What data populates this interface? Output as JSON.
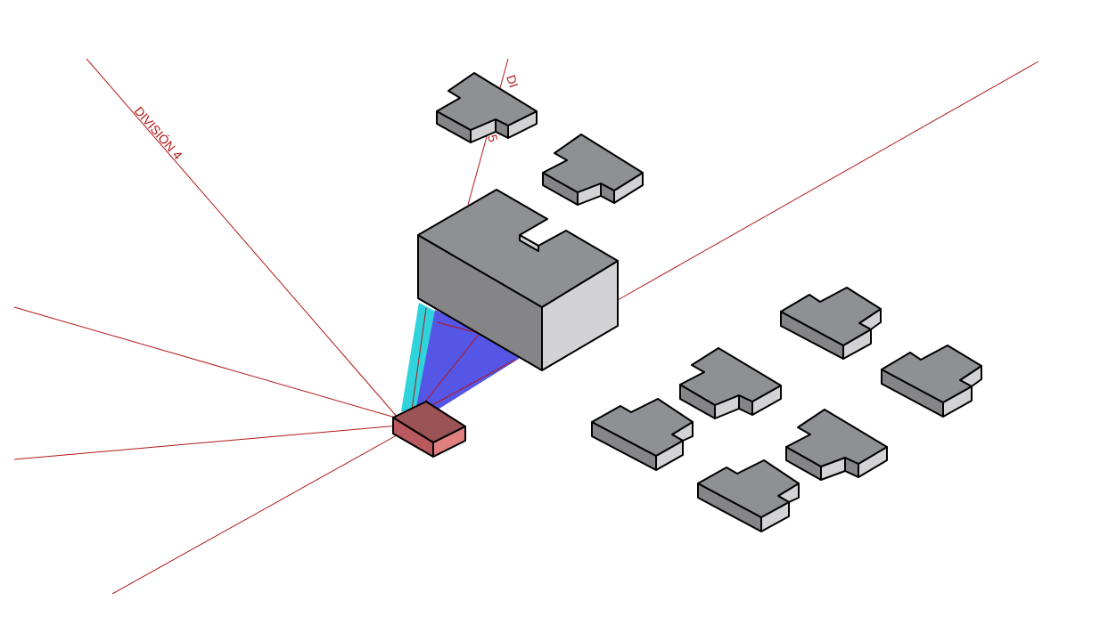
{
  "labels": {
    "division_4": "DIVISIÓN 4",
    "division_5_partial": "DI",
    "division_5_tail": "5"
  },
  "colors": {
    "ray": "#b01818",
    "top": "#8e9094",
    "left_face": "#858587",
    "right_face": "#d3d3d5",
    "view_cone_blue": "#5656e6",
    "view_cone_cyan": "#2ed3dc",
    "camera_top": "#9c5356",
    "camera_side": "#b85a60",
    "camera_front": "#e07f80"
  }
}
